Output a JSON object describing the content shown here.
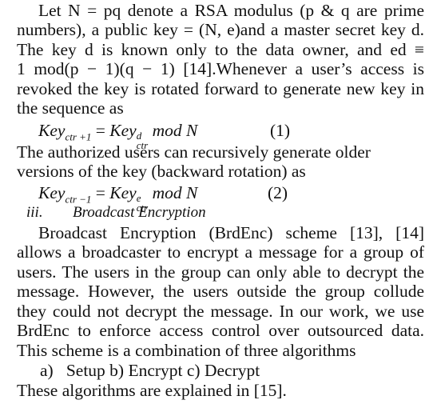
{
  "para1": {
    "l1": "Let N = pq denote a RSA modulus (p & q are prime",
    "l2": "numbers), a public key = (N, e)and a master secret key d.",
    "l3": "The key d is known only to the data owner, and ed ≡",
    "l4": "1 mod(p − 1)(q − 1) [14].Whenever a user’s access is",
    "l5": "revoked the key is rotated forward to generate new key in",
    "l6": "the sequence as"
  },
  "eq1": {
    "lhs": "Key",
    "lhs_sub": "ctr +1",
    "op": " = ",
    "rhs": "Key",
    "rhs_sup": "d",
    "rhs_sub": "ctr",
    "tail": " mod N",
    "num": "(1)"
  },
  "para2": {
    "l1": "The authorized users can recursively generate older",
    "l2": "versions of the key (backward rotation) as"
  },
  "eq2": {
    "lhs": "Key",
    "lhs_sub": "ctr −1",
    "op": " = ",
    "rhs": "Key",
    "rhs_sup": "e",
    "rhs_sub": "ctr",
    "tail": " mod N",
    "num": "(2)"
  },
  "section": {
    "numeral": "iii.",
    "title": "Broadcast Encryption"
  },
  "para3": {
    "l1": "Broadcast Encryption (BrdEnc) scheme [13], [14]",
    "l2": "allows a broadcaster to encrypt a message for a group of",
    "l3": "users. The users in the group can only able to decrypt the",
    "l4": "message. However, the users outside the group collude",
    "l5": "they could not decrypt the message. In our work, we use",
    "l6": "BrdEnc to enforce access control over outsourced data.",
    "l7": "This scheme is a combination of three algorithms"
  },
  "list_line": "a)   Setup b) Encrypt c) Decrypt",
  "final_line": "These algorithms are explained in [15]."
}
